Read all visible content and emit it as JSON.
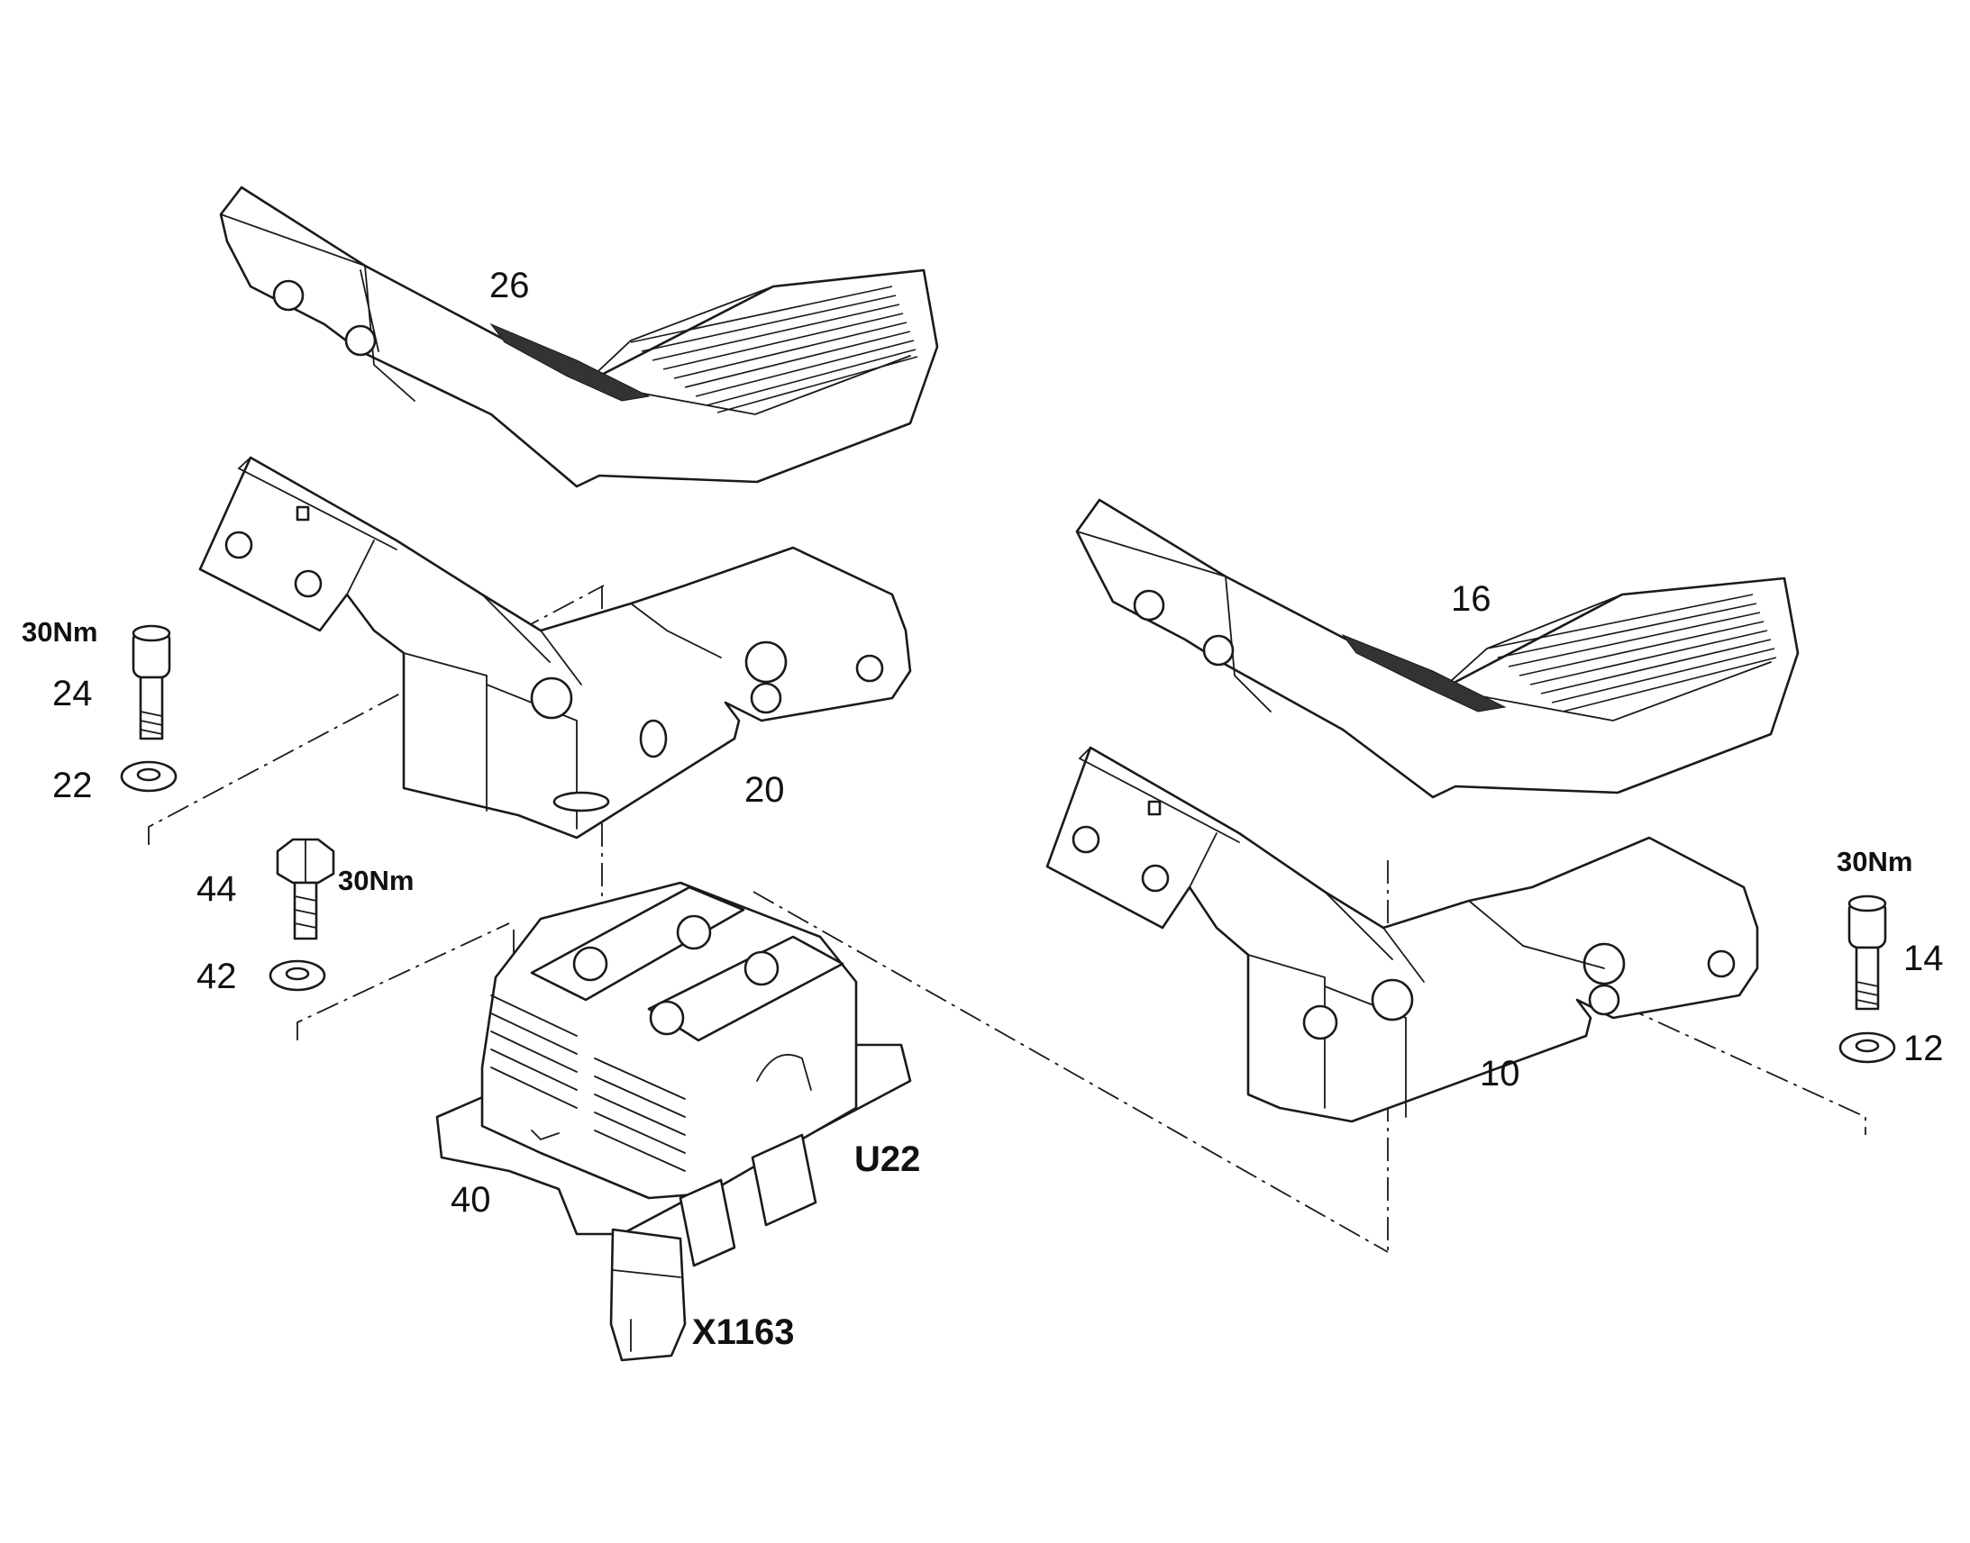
{
  "labels": {
    "p26": "26",
    "p20": "20",
    "p16": "16",
    "p10": "10",
    "p24": "24",
    "p22": "22",
    "p44": "44",
    "p42": "42",
    "p40": "40",
    "p14": "14",
    "p12": "12",
    "u22": "U22",
    "x1163": "X1163",
    "torque_24": "30Nm",
    "torque_44": "30Nm",
    "torque_14": "30Nm"
  }
}
